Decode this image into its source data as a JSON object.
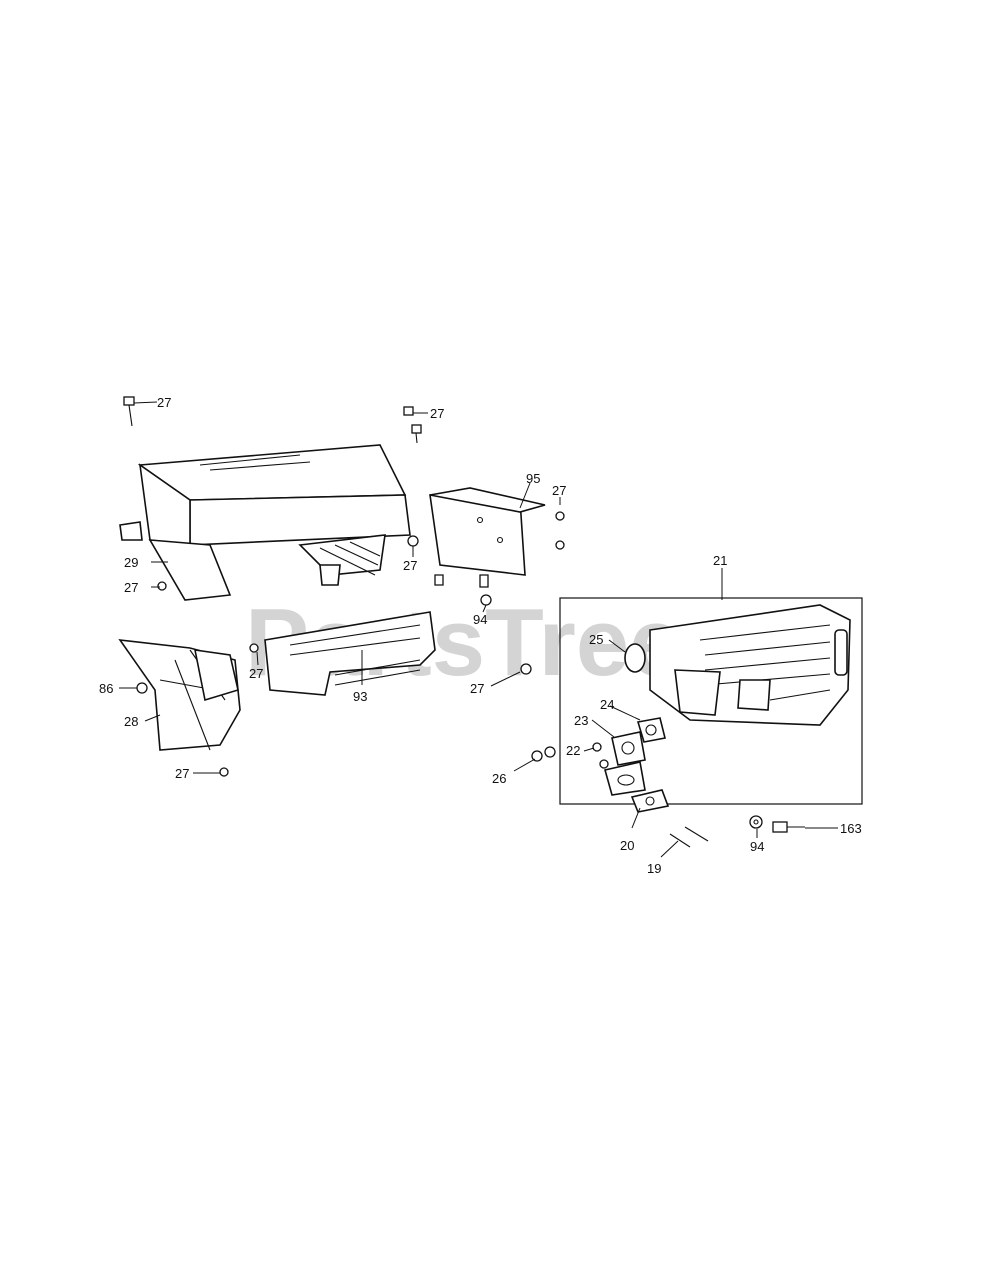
{
  "watermark": "PartsTree",
  "callouts": {
    "c27_topleft": "27",
    "c27_topmid": "27",
    "c95": "95",
    "c27_right1": "27",
    "c29": "29",
    "c27_mid": "27",
    "c27_leftlow": "27",
    "c94_mid": "94",
    "c21": "21",
    "c25": "25",
    "c86": "86",
    "c27_93": "27",
    "c93": "93",
    "c27_nut": "27",
    "c28": "28",
    "c24": "24",
    "c23": "23",
    "c22": "22",
    "c26": "26",
    "c27_bottom": "27",
    "c163": "163",
    "c20": "20",
    "c94_bottom": "94",
    "c19": "19"
  },
  "colors": {
    "ink": "#111111",
    "watermark": "#d4d4d4",
    "background": "#ffffff"
  }
}
